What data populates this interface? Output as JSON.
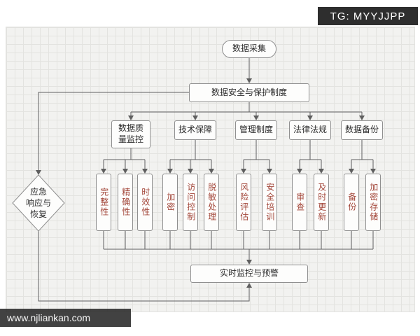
{
  "page": {
    "badge": "TG: MYYJJPP",
    "watermark": "www.njliankan.com"
  },
  "colors": {
    "accent_red": "#a3473a",
    "line": "#5f5f5f",
    "node_border": "#8f8f8f",
    "grid_background": "#f2f2f0"
  },
  "nodes": {
    "start": {
      "label": "数据采集"
    },
    "system": {
      "label": "数据安全与保护制度"
    },
    "categories": [
      {
        "id": "quality",
        "label": "数据质\n量监控"
      },
      {
        "id": "tech",
        "label": "技术保障"
      },
      {
        "id": "mgmt",
        "label": "管理制度"
      },
      {
        "id": "law",
        "label": "法律法规"
      },
      {
        "id": "backup",
        "label": "数据备份"
      }
    ],
    "subs": [
      {
        "parent": "quality",
        "label": "完整性"
      },
      {
        "parent": "quality",
        "label": "精确性"
      },
      {
        "parent": "quality",
        "label": "时效性"
      },
      {
        "parent": "tech",
        "label": "加密"
      },
      {
        "parent": "tech",
        "label": "访问控制"
      },
      {
        "parent": "tech",
        "label": "脱敏处理"
      },
      {
        "parent": "mgmt",
        "label": "风险评估"
      },
      {
        "parent": "mgmt",
        "label": "安全培训"
      },
      {
        "parent": "law",
        "label": "审查"
      },
      {
        "parent": "law",
        "label": "及时更新"
      },
      {
        "parent": "backup",
        "label": "备份"
      },
      {
        "parent": "backup",
        "label": "加密存储"
      }
    ],
    "monitor": {
      "label": "实时监控与预警"
    },
    "emergency": {
      "label": "应急\n响应与\n恢复"
    }
  }
}
